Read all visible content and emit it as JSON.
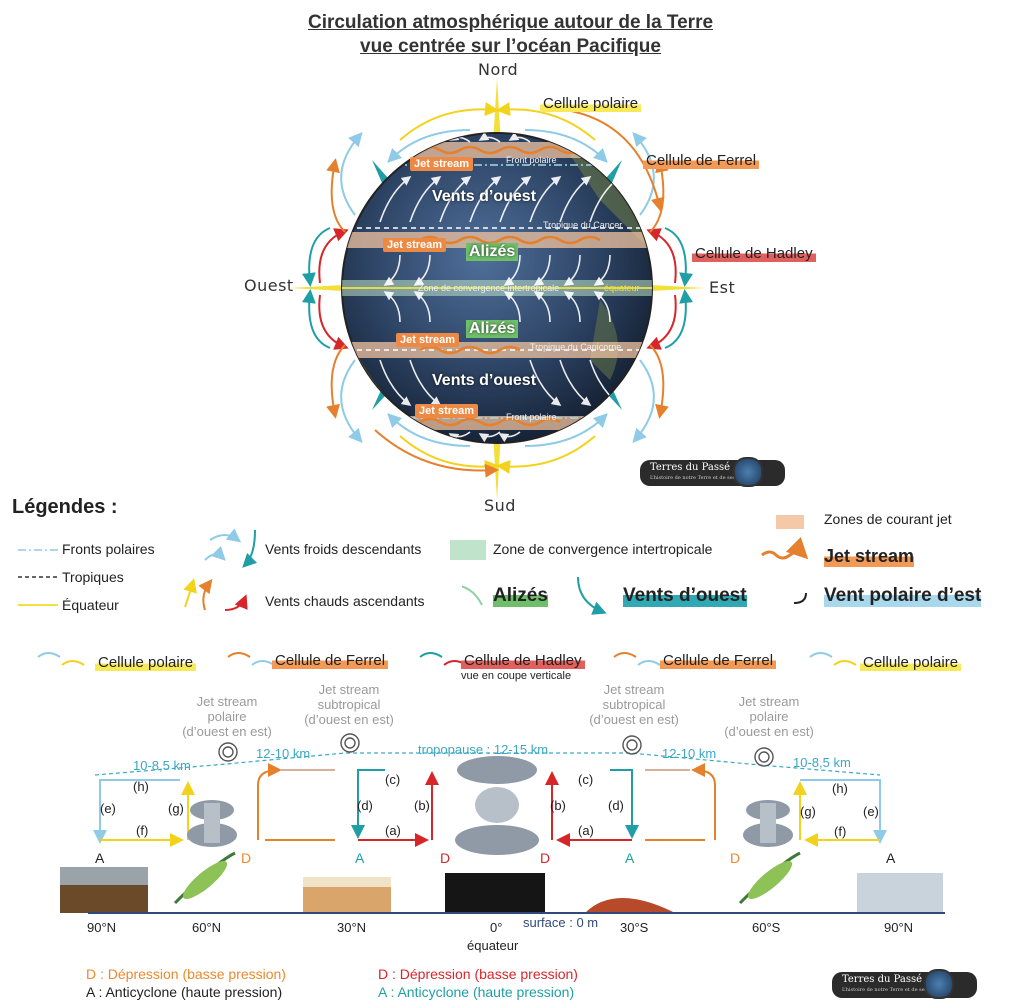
{
  "title": {
    "line1": "Circulation atmosphérique autour de la Terre",
    "line2": "vue centrée sur l’océan Pacifique"
  },
  "compass": {
    "north": "Nord",
    "south": "Sud",
    "east": "Est",
    "west": "Ouest"
  },
  "globe_cells": {
    "polar": "Cellule polaire",
    "ferrel": "Cellule de Ferrel",
    "hadley": "Cellule de Hadley"
  },
  "globe_text": {
    "jet_stream": "Jet stream",
    "front_polaire": "Front polaire",
    "vents_ouest": "Vents d’ouest",
    "tropique_cancer": "Tropique du Cancer",
    "alizes": "Alizés",
    "zci": "Zone de convergence intertropicale",
    "equateur": "équateur",
    "tropique_capricorne": "Tropique du Capicorne"
  },
  "logo": {
    "name": "Terres du Passé",
    "tagline": "L’histoire de notre Terre et de ses climats"
  },
  "legend": {
    "heading": "Légendes :",
    "fronts_polaires": "Fronts polaires",
    "tropiques": "Tropiques",
    "equateur": "Équateur",
    "vents_froids": "Vents froids descendants",
    "vents_chauds": "Vents chauds ascendants",
    "zci": "Zone de convergence intertropicale",
    "zones_jet": "Zones de courant jet",
    "jet_stream": "Jet stream",
    "alizes": "Alizés",
    "vents_ouest": "Vents d’ouest",
    "vent_polaire": "Vent polaire d’est"
  },
  "section": {
    "cells": [
      "Cellule polaire",
      "Cellule de Ferrel",
      "Cellule de Hadley",
      "Cellule de Ferrel",
      "Cellule polaire"
    ],
    "coupe": "vue en coupe verticale",
    "jet_polaire_line1": "Jet stream",
    "jet_polaire_line2": "polaire",
    "jet_polaire_line3": "(d’ouest en est)",
    "jet_subtropical_line1": "Jet stream",
    "jet_subtropical_line2": "subtropical",
    "jet_subtropical_line3": "(d’ouest en est)",
    "alt_polar": "10-8,5 km",
    "alt_mid": "12-10 km",
    "tropopause": "tropopause : 12-15 km",
    "letters": {
      "a": "(a)",
      "b": "(b)",
      "c": "(c)",
      "d": "(d)",
      "e": "(e)",
      "f": "(f)",
      "g": "(g)",
      "h": "(h)"
    },
    "pressure": {
      "A": "A",
      "D": "D"
    },
    "latitudes": [
      "90°N",
      "60°N",
      "30°N",
      "0°",
      "30°S",
      "60°S",
      "90°N"
    ],
    "equateur": "équateur",
    "surface": "surface : 0 m"
  },
  "pressure_legend": {
    "d_orange": "D : Dépression (basse pression)",
    "a_dark": "A : Anticyclone (haute pression)",
    "d_red": "D : Dépression (basse pression)",
    "a_teal": "A : Anticyclone (haute pression)"
  },
  "colors": {
    "yellow": "#f7e957",
    "orange": "#f29a55",
    "red": "#e0605e",
    "green": "#6fbe6a",
    "teal": "#30a9b4",
    "lightblue": "#a7d8ec"
  }
}
